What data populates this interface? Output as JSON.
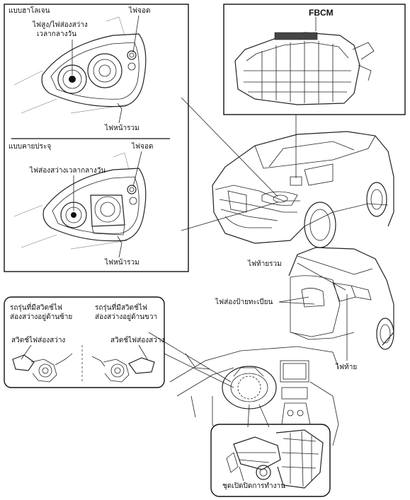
{
  "halogen": {
    "type_label": "แบบฮาโลเจน",
    "hi_drl_label_1": "ไฟสูง/ไฟส่องสว่าง",
    "hi_drl_label_2": "เวลากลางวัน",
    "parking_label": "ไฟจอด",
    "combo_label": "ไฟหน้ารวม"
  },
  "discharge": {
    "type_label": "แบบคายประจุ",
    "drl_label": "ไฟส่องสว่างเวลากลางวัน",
    "parking_label": "ไฟจอด",
    "combo_label": "ไฟหน้ารวม"
  },
  "fbcm": {
    "label": "FBCM"
  },
  "rear": {
    "combo_label": "ไฟท้ายรวม",
    "license_label": "ไฟส่องป้ายทะเบียน",
    "tail_label": "ไฟท้าย"
  },
  "switch_panel": {
    "left_title_1": "รถรุ่นที่มีสวิตช์ไฟ",
    "left_title_2": "ส่องสว่างอยู่ด้านซ้าย",
    "right_title_1": "รถรุ่นที่มีสวิตช์ไฟ",
    "right_title_2": "ส่องสว่างอยู่ด้านขวา",
    "left_switch_label": "สวิตช์ไฟส่องสว่าง",
    "right_switch_label": "สวิตช์ไฟส่องสว่าง"
  },
  "unit": {
    "label": "ชุดเปิดปิดการทำงาน"
  }
}
